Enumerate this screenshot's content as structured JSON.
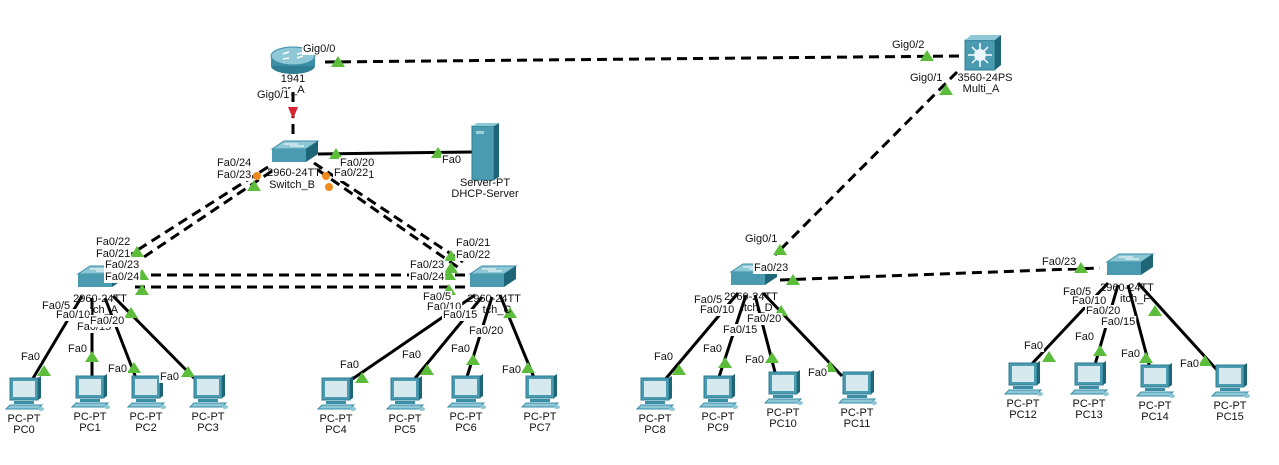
{
  "diagram": {
    "title": "Packet Tracer Logical Topology",
    "colors": {
      "port_up": "#5bbd3a",
      "port_blocking": "#f08a1c",
      "port_down": "#d9232e",
      "device_teal": "#4a9bb0",
      "link": "#000000"
    },
    "devices": [
      {
        "id": "router_a",
        "type": "router",
        "model": "1941",
        "name": "Router_A",
        "model_label": "1941",
        "name_label": "er_A"
      },
      {
        "id": "multi_a",
        "type": "multilayer-switch",
        "model": "3560-24PS",
        "name": "Multi_A",
        "model_label": "3560-24PS",
        "name_label": "Multi_A"
      },
      {
        "id": "switch_b",
        "type": "switch",
        "model": "2960-24TT",
        "name": "Switch_B",
        "model_label": "2960-24TT",
        "name_label": "Switch_B"
      },
      {
        "id": "dhcp",
        "type": "server",
        "model": "Server-PT",
        "name": "DHCP-Server",
        "model_label": "Server-PT",
        "name_label": "DHCP-Server"
      },
      {
        "id": "switch_a",
        "type": "switch",
        "model": "2960-24TT",
        "name": "Switch_A",
        "model_label": "2960-24TT",
        "name_label": "tch_A"
      },
      {
        "id": "switch_c",
        "type": "switch",
        "model": "2960-24TT",
        "name": "Switch_C",
        "model_label": "2960-24TT",
        "name_label": "tch_C"
      },
      {
        "id": "switch_d",
        "type": "switch",
        "model": "2960-24TT",
        "name": "Switch_D",
        "model_label": "2960-24TT",
        "name_label": "itch_D"
      },
      {
        "id": "switch_f",
        "type": "switch",
        "model": "2960-24TT",
        "name": "Switch_F",
        "model_label": "2960-24TT",
        "name_label": "itch_F"
      },
      {
        "id": "pc0",
        "type": "pc",
        "model": "PC-PT",
        "name": "PC0"
      },
      {
        "id": "pc1",
        "type": "pc",
        "model": "PC-PT",
        "name": "PC1"
      },
      {
        "id": "pc2",
        "type": "pc",
        "model": "PC-PT",
        "name": "PC2"
      },
      {
        "id": "pc3",
        "type": "pc",
        "model": "PC-PT",
        "name": "PC3"
      },
      {
        "id": "pc4",
        "type": "pc",
        "model": "PC-PT",
        "name": "PC4"
      },
      {
        "id": "pc5",
        "type": "pc",
        "model": "PC-PT",
        "name": "PC5"
      },
      {
        "id": "pc6",
        "type": "pc",
        "model": "PC-PT",
        "name": "PC6"
      },
      {
        "id": "pc7",
        "type": "pc",
        "model": "PC-PT",
        "name": "PC7"
      },
      {
        "id": "pc8",
        "type": "pc",
        "model": "PC-PT",
        "name": "PC8"
      },
      {
        "id": "pc9",
        "type": "pc",
        "model": "PC-PT",
        "name": "PC9"
      },
      {
        "id": "pc10",
        "type": "pc",
        "model": "PC-PT",
        "name": "PC10"
      },
      {
        "id": "pc11",
        "type": "pc",
        "model": "PC-PT",
        "name": "PC11"
      },
      {
        "id": "pc12",
        "type": "pc",
        "model": "PC-PT",
        "name": "PC12"
      },
      {
        "id": "pc13",
        "type": "pc",
        "model": "PC-PT",
        "name": "PC13"
      },
      {
        "id": "pc14",
        "type": "pc",
        "model": "PC-PT",
        "name": "PC14"
      },
      {
        "id": "pc15",
        "type": "pc",
        "model": "PC-PT",
        "name": "PC15"
      }
    ],
    "links": [
      {
        "from": "router_a",
        "to": "multi_a",
        "style": "dashed",
        "from_port": "Gig0/0",
        "to_port": "Gig0/2",
        "from_state": "up",
        "to_state": "up"
      },
      {
        "from": "router_a",
        "to": "switch_b",
        "style": "dashed",
        "from_port": "Gig0/1",
        "to_port": "",
        "from_state": "down",
        "to_state": "up"
      },
      {
        "from": "multi_a",
        "to": "switch_d",
        "style": "dashed",
        "from_port": "Gig0/1",
        "to_port": "Gig0/1",
        "from_state": "up",
        "to_state": "up"
      },
      {
        "from": "switch_b",
        "to": "dhcp",
        "style": "solid",
        "from_port": "Fa0/20",
        "to_port": "Fa0",
        "from_state": "up",
        "to_state": "up"
      },
      {
        "from": "switch_b",
        "to": "switch_a",
        "style": "dashed",
        "from_port": "Fa0/24",
        "to_port": "Fa0/22",
        "from_state": "blocking",
        "to_state": "up"
      },
      {
        "from": "switch_b",
        "to": "switch_a",
        "style": "dashed",
        "from_port": "Fa0/23",
        "to_port": "Fa0/21",
        "from_state": "up",
        "to_state": "up"
      },
      {
        "from": "switch_b",
        "to": "switch_c",
        "style": "dashed",
        "from_port": "Fa0/21",
        "to_port": "Fa0/21",
        "from_state": "blocking",
        "to_state": "up"
      },
      {
        "from": "switch_b",
        "to": "switch_c",
        "style": "dashed",
        "from_port": "Fa0/22",
        "to_port": "Fa0/22",
        "from_state": "blocking",
        "to_state": "up"
      },
      {
        "from": "switch_a",
        "to": "switch_c",
        "style": "dashed",
        "from_port": "Fa0/23",
        "to_port": "Fa0/23",
        "from_state": "up",
        "to_state": "up"
      },
      {
        "from": "switch_a",
        "to": "switch_c",
        "style": "dashed",
        "from_port": "Fa0/24",
        "to_port": "Fa0/24",
        "from_state": "up",
        "to_state": "up"
      },
      {
        "from": "switch_d",
        "to": "switch_f",
        "style": "dashed",
        "from_port": "Fa0/23",
        "to_port": "Fa0/23",
        "from_state": "up",
        "to_state": "up"
      },
      {
        "from": "switch_a",
        "to": "pc0",
        "style": "solid",
        "from_port": "Fa0/5",
        "to_port": "Fa0"
      },
      {
        "from": "switch_a",
        "to": "pc1",
        "style": "solid",
        "from_port": "Fa0/10",
        "to_port": "Fa0"
      },
      {
        "from": "switch_a",
        "to": "pc2",
        "style": "solid",
        "from_port": "Fa0/15",
        "to_port": "Fa0"
      },
      {
        "from": "switch_a",
        "to": "pc3",
        "style": "solid",
        "from_port": "Fa0/20",
        "to_port": "Fa0"
      },
      {
        "from": "switch_c",
        "to": "pc4",
        "style": "solid",
        "from_port": "Fa0/5",
        "to_port": "Fa0"
      },
      {
        "from": "switch_c",
        "to": "pc5",
        "style": "solid",
        "from_port": "Fa0/10",
        "to_port": "Fa0"
      },
      {
        "from": "switch_c",
        "to": "pc6",
        "style": "solid",
        "from_port": "Fa0/15",
        "to_port": "Fa0"
      },
      {
        "from": "switch_c",
        "to": "pc7",
        "style": "solid",
        "from_port": "Fa0/20",
        "to_port": "Fa0"
      },
      {
        "from": "switch_d",
        "to": "pc8",
        "style": "solid",
        "from_port": "Fa0/5",
        "to_port": "Fa0"
      },
      {
        "from": "switch_d",
        "to": "pc9",
        "style": "solid",
        "from_port": "Fa0/10",
        "to_port": "Fa0"
      },
      {
        "from": "switch_d",
        "to": "pc10",
        "style": "solid",
        "from_port": "Fa0/15",
        "to_port": "Fa0"
      },
      {
        "from": "switch_d",
        "to": "pc11",
        "style": "solid",
        "from_port": "Fa0/20",
        "to_port": "Fa0"
      },
      {
        "from": "switch_f",
        "to": "pc12",
        "style": "solid",
        "from_port": "Fa0/5",
        "to_port": "Fa0"
      },
      {
        "from": "switch_f",
        "to": "pc13",
        "style": "solid",
        "from_port": "Fa0/10",
        "to_port": "Fa0"
      },
      {
        "from": "switch_f",
        "to": "pc14",
        "style": "solid",
        "from_port": "Fa0/15",
        "to_port": "Fa0"
      },
      {
        "from": "switch_f",
        "to": "pc15",
        "style": "solid",
        "from_port": "Fa0/20",
        "to_port": "Fa0"
      }
    ]
  }
}
